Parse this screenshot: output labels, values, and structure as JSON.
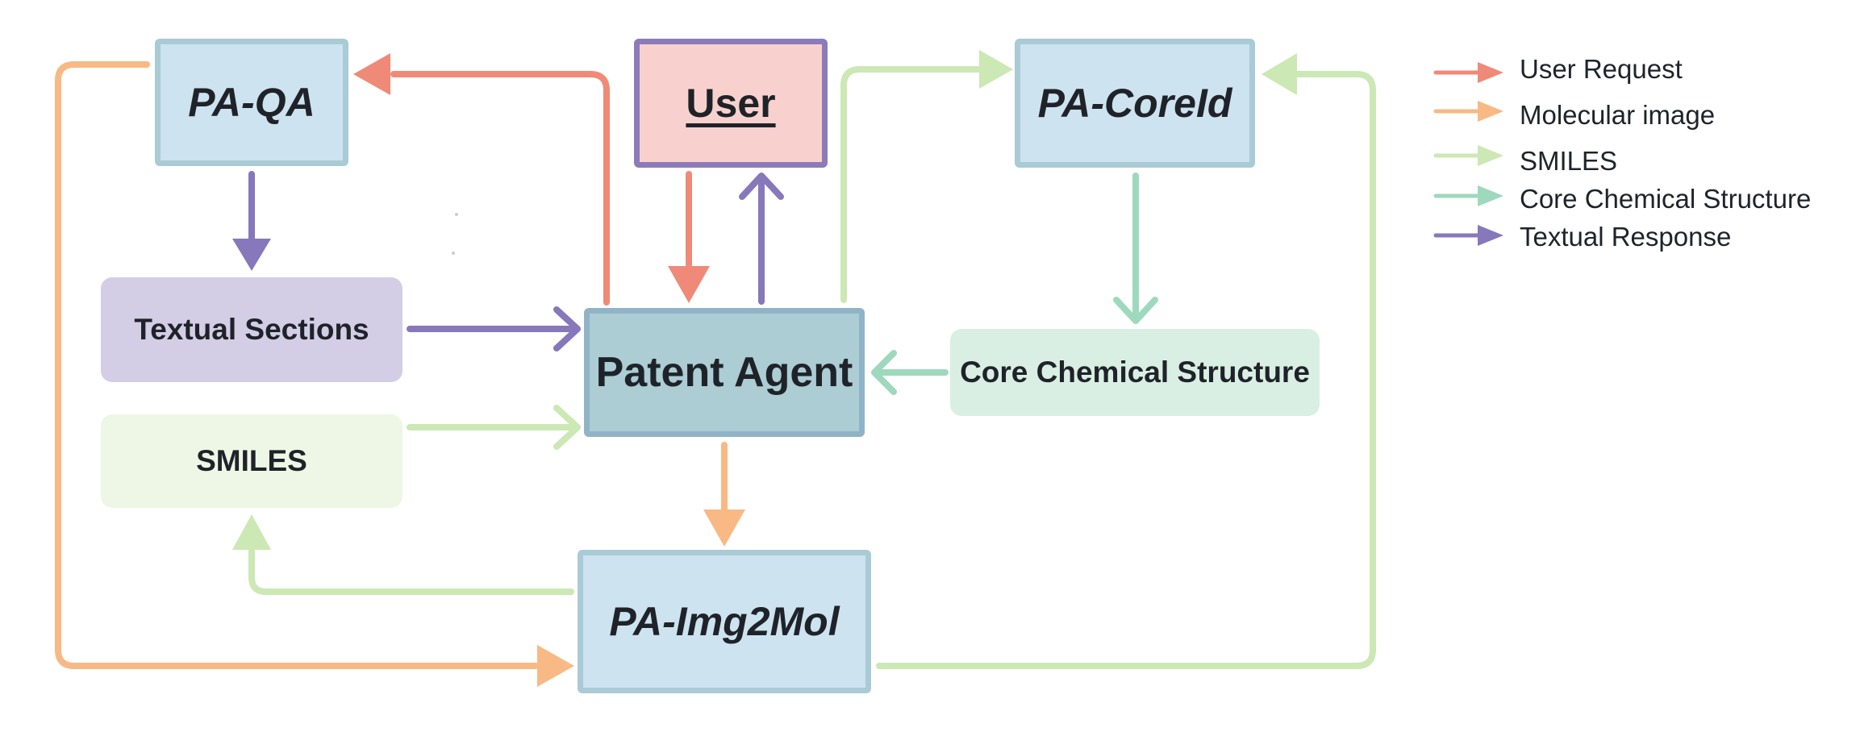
{
  "nodes": {
    "pa_qa": "PA-QA",
    "user": "User",
    "pa_coreid": "PA-CoreId",
    "textual_sections": "Textual Sections",
    "patent_agent": "Patent Agent",
    "core_chemical_structure": "Core Chemical Structure",
    "smiles": "SMILES",
    "pa_img2mol": "PA-Img2Mol"
  },
  "legend": [
    {
      "label": "User Request",
      "color": "#ef8a78"
    },
    {
      "label": "Molecular image",
      "color": "#f8b985"
    },
    {
      "label": "SMILES",
      "color": "#cce8b4"
    },
    {
      "label": "Core Chemical Structure",
      "color": "#9ed9bd"
    },
    {
      "label": "Textual Response",
      "color": "#8678bb"
    }
  ],
  "colors": {
    "user_request": "#ef8a78",
    "molecular_image": "#f8b985",
    "smiles": "#cce8b4",
    "core_chemical_structure": "#9ed9bd",
    "textual_response": "#8678bb"
  }
}
